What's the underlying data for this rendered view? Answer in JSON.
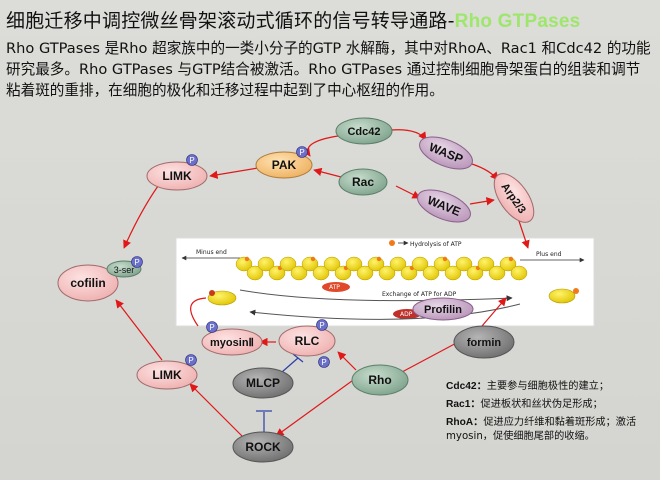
{
  "title": {
    "main": "细胞迁移中调控微丝骨架滚动式循环的信号转导通路-",
    "accent": "Rho GTPases"
  },
  "intro": "Rho GTPases 是Rho 超家族中的一类小分子的GTP 水解酶，其中对RhoA、Rac1 和Cdc42 的功能研究最多。Rho GTPases 与GTP结合被激活。Rho GTPases 通过控制细胞骨架蛋白的组装和调节粘着斑的重排，在细胞的极化和迁移过程中起到了中心枢纽的作用。",
  "nodes": {
    "cdc42": "Cdc42",
    "pak": "PAK",
    "rac": "Rac",
    "wasp": "WASP",
    "wave": "WAVE",
    "arp": "Arp2/3",
    "limk_top": "LIMK",
    "cofilin": "cofilin",
    "ser": "3-ser",
    "myosin": "myosinⅡ",
    "rlc": "RLC",
    "rho": "Rho",
    "formin": "formin",
    "limk_bottom": "LIMK",
    "mlcp": "MLCP",
    "rock": "ROCK",
    "profilin": "Profilin",
    "phospho": "P"
  },
  "filament": {
    "hydrolysis": "Hydrolysis of ATP",
    "minus_end": "Minus end",
    "plus_end": "Plus end",
    "exchange": "Exchange of ATP for ADP",
    "atp": "ATP",
    "adp": "ADP"
  },
  "legend": [
    {
      "key": "Cdc42：",
      "text": "主要参与细胞极性的建立；"
    },
    {
      "key": "Rac1：",
      "text": "促进板状和丝状伪足形成；"
    },
    {
      "key": "RhoA：",
      "text": "促进应力纤维和黏着斑形成；激活myosin，促使细胞尾部的收缩。"
    }
  ],
  "colors": {
    "node_fill": "#8fb39e",
    "node_dark": "#7a7a7a",
    "node_pink": "#f5c4c4",
    "node_pink_arrow": "#c9a9c9",
    "node_orange": "#f5c27a",
    "phospho_fill": "#6b6fc9",
    "arrow_red": "#e01818",
    "arrow_blue": "#2a3ea8",
    "title_accent": "#9ee66c",
    "actin_yellow": "#f4e21a",
    "actin_orange": "#f07a1a"
  }
}
